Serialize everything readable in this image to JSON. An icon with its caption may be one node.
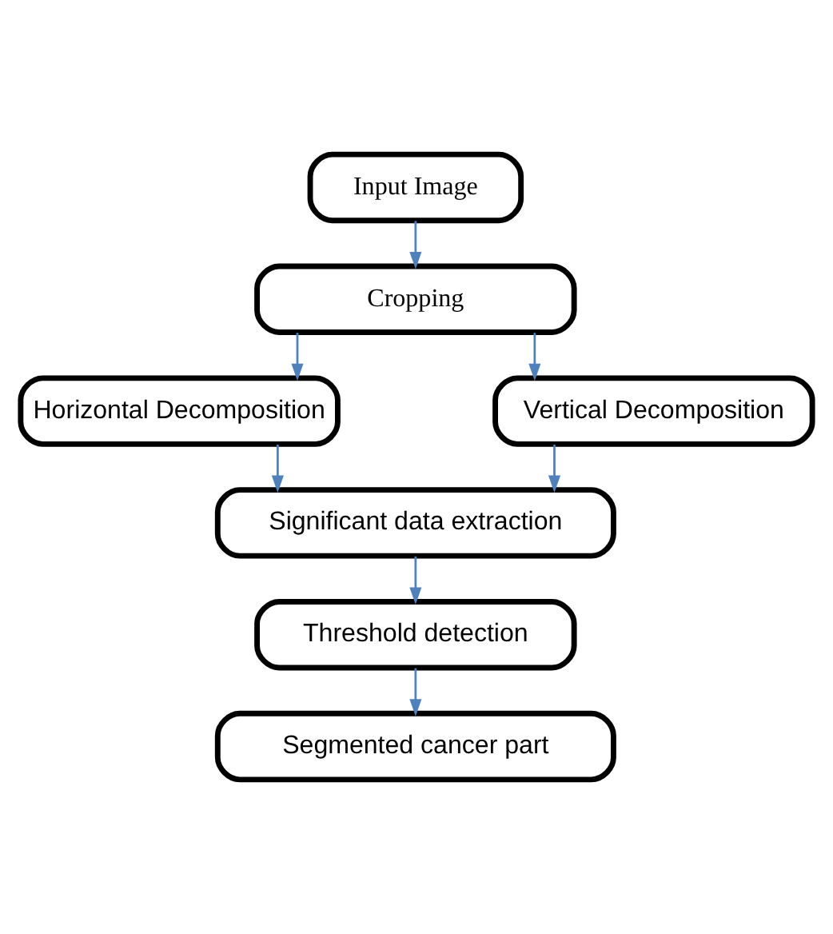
{
  "diagram": {
    "nodes": [
      {
        "text": [
          "Input Image"
        ]
      },
      {
        "text": [
          "Cropping"
        ]
      },
      {
        "text": [
          "Horizontal Decomposition"
        ]
      },
      {
        "text": [
          "Vertical Decomposition"
        ]
      },
      {
        "text": [
          "Significant data extraction"
        ]
      },
      {
        "text": [
          "Threshold detection"
        ]
      },
      {
        "text": [
          "Segmented cancer part"
        ]
      }
    ],
    "edges": [
      {
        "from": 0,
        "to": 1,
        "arrow": "to"
      },
      {
        "from": 1,
        "to": 2,
        "arrow": "to"
      },
      {
        "from": 1,
        "to": 3,
        "arrow": "to"
      },
      {
        "from": 2,
        "to": 4,
        "arrow": "to"
      },
      {
        "from": 3,
        "to": 4,
        "arrow": "to"
      },
      {
        "from": 4,
        "to": 5,
        "arrow": "to"
      },
      {
        "from": 5,
        "to": 6,
        "arrow": "to"
      }
    ]
  }
}
